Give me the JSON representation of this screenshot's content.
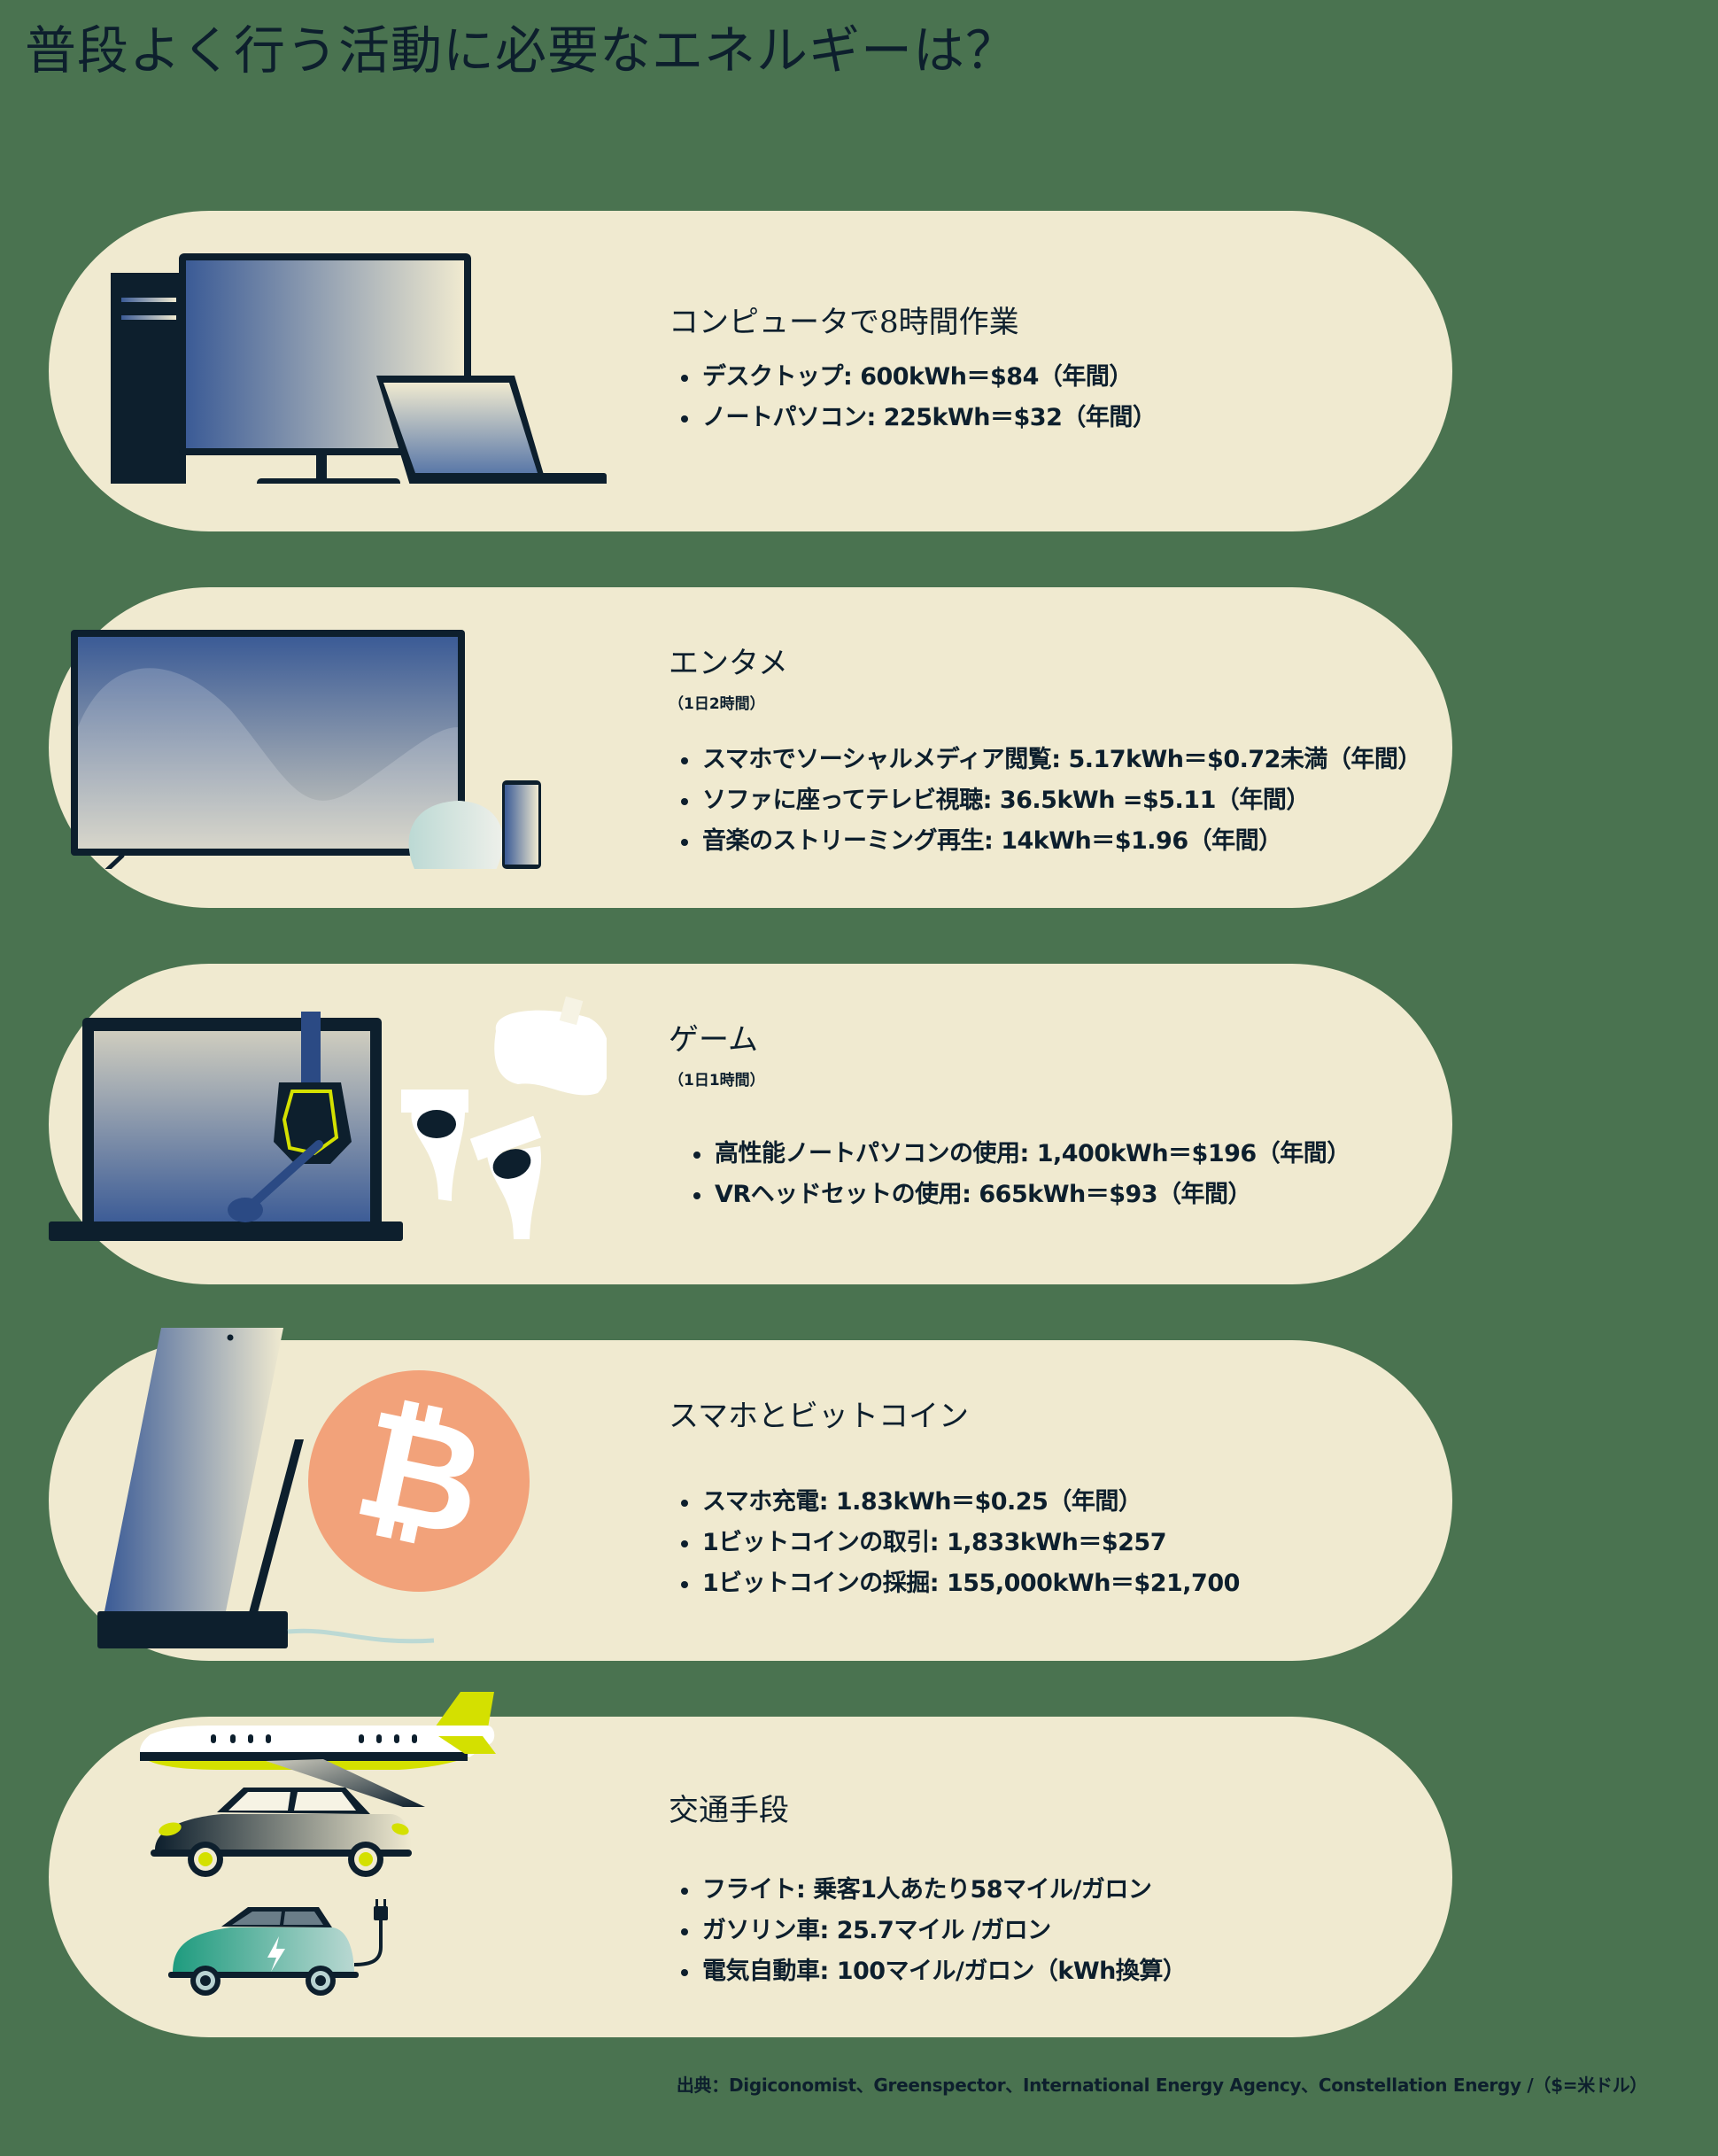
{
  "title": "普段よく行う活動に必要なエネルギーは？",
  "colors": {
    "background": "#4a7350",
    "card": "#f0ead0",
    "text": "#0d1f2d",
    "screen_blue": "#3b5b96",
    "bitcoin_orange": "#f2a27a",
    "accent_lime": "#d4e000",
    "ev_teal": "#2a9d84"
  },
  "sections": [
    {
      "heading": "コンピュータで8時間作業",
      "subnote": "",
      "icon": "desktop-and-laptop-illustration",
      "items": [
        "デスクトップ: 600kWh＝$84（年間）",
        "ノートパソコン: 225kWh＝$32（年間）"
      ]
    },
    {
      "heading": "エンタメ",
      "subnote": "（1日2時間）",
      "icon": "tv-speaker-phone-illustration",
      "items": [
        "スマホでソーシャルメディア閲覧: 5.17kWh＝$0.72未満（年間）",
        "ソファに座ってテレビ視聴: 36.5kWh =$5.11（年間）",
        "音楽のストリーミング再生: 14kWh＝$1.96（年間）"
      ]
    },
    {
      "heading": "ゲーム",
      "subnote": "（1日1時間）",
      "icon": "gaming-laptop-headset-vr-illustration",
      "items": [
        "高性能ノートパソコンの使用: 1,400kWh＝$196（年間）",
        "VRヘッドセットの使用: 665kWh＝$93（年間）"
      ]
    },
    {
      "heading": "スマホとビットコイン",
      "subnote": "",
      "icon": "phone-charger-bitcoin-illustration",
      "items": [
        "スマホ充電: 1.83kWh＝$0.25（年間）",
        "1ビットコインの取引: 1,833kWh＝$257",
        "1ビットコインの採掘: 155,000kWh＝$21,700"
      ]
    },
    {
      "heading": "交通手段",
      "subnote": "",
      "icon": "plane-car-ev-illustration",
      "items": [
        "フライト: 乗客1人あたり58マイル/ガロン",
        "ガソリン車: 25.7マイル  /ガロン",
        "電気自動車: 100マイル/ガロン（kWh換算）"
      ]
    }
  ],
  "source": "出典：Digiconomist、Greenspector、International Energy Agency、Constellation Energy /（$=米ドル）"
}
